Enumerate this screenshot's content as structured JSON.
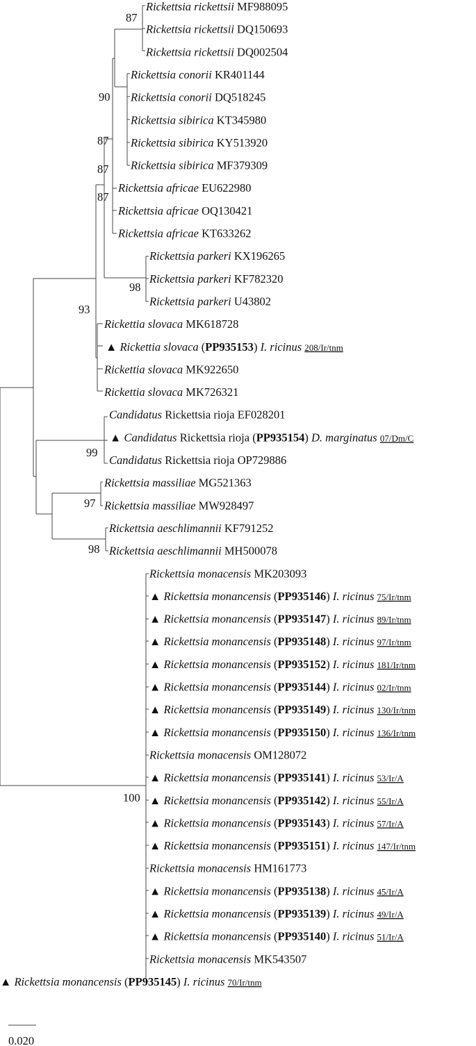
{
  "tree": {
    "leaves": [
      {
        "genus": "Rickettsia",
        "species": "rickettsii",
        "accession": "MF988095"
      },
      {
        "genus": "Rickettsia",
        "species": "rickettsii",
        "accession": "DQ150693"
      },
      {
        "genus": "Rickettsia",
        "species": "rickettsii",
        "accession": "DQ002504"
      },
      {
        "genus": "Rickettsia",
        "species": "conorii",
        "accession": "KR401144"
      },
      {
        "genus": "Rickettsia",
        "species": "conorii",
        "accession": "DQ518245"
      },
      {
        "genus": "Rickettsia",
        "species": "sibirica",
        "accession": "KT345980"
      },
      {
        "genus": "Rickettsia",
        "species": "sibirica",
        "accession": "KY513920"
      },
      {
        "genus": "Rickettsia",
        "species": "sibirica",
        "accession": "MF379309"
      },
      {
        "genus": "Rickettsia",
        "species": "africae",
        "accession": "EU622980"
      },
      {
        "genus": "Rickettsia",
        "species": "africae",
        "accession": "OQ130421"
      },
      {
        "genus": "Rickettsia",
        "species": "africae",
        "accession": "KT633262"
      },
      {
        "genus": "Rickettsia",
        "species": "parkeri",
        "accession": "KX196265"
      },
      {
        "genus": "Rickettsia",
        "species": "parkeri",
        "accession": "KF782320"
      },
      {
        "genus": "Rickettsia",
        "species": "parkeri",
        "accession": "U43802"
      },
      {
        "genus": "Rickettia",
        "species": "slovaca",
        "accession": "MK618728"
      },
      {
        "marker": "▲",
        "genus": "Rickettia",
        "species": "slovaca",
        "new_accession": "PP935153",
        "host": "I. ricinus",
        "code": "208/Ir/tnm"
      },
      {
        "genus": "Rickettia",
        "species": "slovaca",
        "accession": "MK922650"
      },
      {
        "genus": "Rickettia",
        "species": "slovaca",
        "accession": "MK726321"
      },
      {
        "cand": "Candidatus",
        "name": "Rickettsia rioja",
        "accession": "EF028201"
      },
      {
        "marker": "▲",
        "cand": "Candidatus",
        "name": "Rickettsia rioja",
        "new_accession": "PP935154",
        "host": "D. marginatus",
        "code": "07/Dm/C"
      },
      {
        "cand": "Candidatus",
        "name": "Rickettsia rioja",
        "accession": "OP729886"
      },
      {
        "genus": "Rickettsia",
        "species": "massiliae",
        "accession": "MG521363"
      },
      {
        "genus": "Rickettsia",
        "species": "massiliae",
        "accession": "MW928497"
      },
      {
        "genus": "Rickettsia",
        "species": "aeschlimannii",
        "accession": "KF791252"
      },
      {
        "genus": "Rickettsia",
        "species": "aeschlimannii",
        "accession": "MH500078"
      },
      {
        "genus": "Rickettsia",
        "species": "monacensis",
        "accession": "MK203093"
      },
      {
        "marker": "▲",
        "genus": "Rickettsia",
        "species": "monancensis",
        "new_accession": "PP935146",
        "host": "I. ricinus",
        "code": "75/Ir/tnm"
      },
      {
        "marker": "▲",
        "genus": "Rickettsia",
        "species": "monancensis",
        "new_accession": "PP935147",
        "host": "I. ricinus",
        "code": "89/Ir/tnm"
      },
      {
        "marker": "▲",
        "genus": "Rickettsia",
        "species": "monancensis",
        "new_accession": "PP935148",
        "host": "I. ricinus",
        "code": "97/Ir/tnm"
      },
      {
        "marker": "▲",
        "genus": "Rickettsia",
        "species": "monancensis",
        "new_accession": "PP935152",
        "host": "I. ricinus",
        "code": "181/Ir/tnm"
      },
      {
        "marker": "▲",
        "genus": "Rickettsia",
        "species": "monancensis",
        "new_accession": "PP935144",
        "host": "I. ricinus",
        "code": "02/Ir/tnm"
      },
      {
        "marker": "▲",
        "genus": "Rickettsia",
        "species": "monancensis",
        "new_accession": "PP935149",
        "host": "I. ricinus",
        "code": "130/Ir/tnm"
      },
      {
        "marker": "▲",
        "genus": "Rickettsia",
        "species": "monancensis",
        "new_accession": "PP935150",
        "host": "I. ricinus",
        "code": "136/Ir/tnm"
      },
      {
        "genus": "Rickettsia",
        "species": "monacensis",
        "accession": "OM128072"
      },
      {
        "marker": "▲",
        "genus": "Rickettsia",
        "species": "monancensis",
        "new_accession": "PP935141",
        "host": "I. ricinus",
        "code": "53/Ir/A"
      },
      {
        "marker": "▲",
        "genus": "Rickettsia",
        "species": "monancensis",
        "new_accession": "PP935142",
        "host": "I. ricinus",
        "code": "55/Ir/A"
      },
      {
        "marker": "▲",
        "genus": "Rickettsia",
        "species": "monancensis",
        "new_accession": "PP935143",
        "host": "I. ricinus",
        "code": "57/Ir/A"
      },
      {
        "marker": "▲",
        "genus": "Rickettsia",
        "species": "monancensis",
        "new_accession": "PP935151",
        "host": "I. ricinus",
        "code": "147/Ir/tnm"
      },
      {
        "genus": "Rickettsia",
        "species": "monacensis",
        "accession": "HM161773"
      },
      {
        "marker": "▲",
        "genus": "Rickettsia",
        "species": "monancensis",
        "new_accession": "PP935138",
        "host": "I. ricinus",
        "code": "45/Ir/A"
      },
      {
        "marker": "▲",
        "genus": "Rickettsia",
        "species": "monancensis",
        "new_accession": "PP935139",
        "host": "I. ricinus",
        "code": "49/Ir/A"
      },
      {
        "marker": "▲",
        "genus": "Rickettsia",
        "species": "monancensis",
        "new_accession": "PP935140",
        "host": "I. ricinus",
        "code": "51/Ir/A"
      },
      {
        "genus": "Rickettsia",
        "species": "monacensis",
        "accession": "MK543507"
      },
      {
        "marker": "▲",
        "genus": "Rickettsia",
        "species": "monancensis",
        "new_accession": "PP935145",
        "host": "I. ricinus",
        "code": "70/Ir/tnm"
      }
    ],
    "bootstrap": [
      "87",
      "90",
      "87",
      "87",
      "87",
      "98",
      "93",
      "99",
      "97",
      "98",
      "100"
    ],
    "scale_label": "0.020"
  }
}
